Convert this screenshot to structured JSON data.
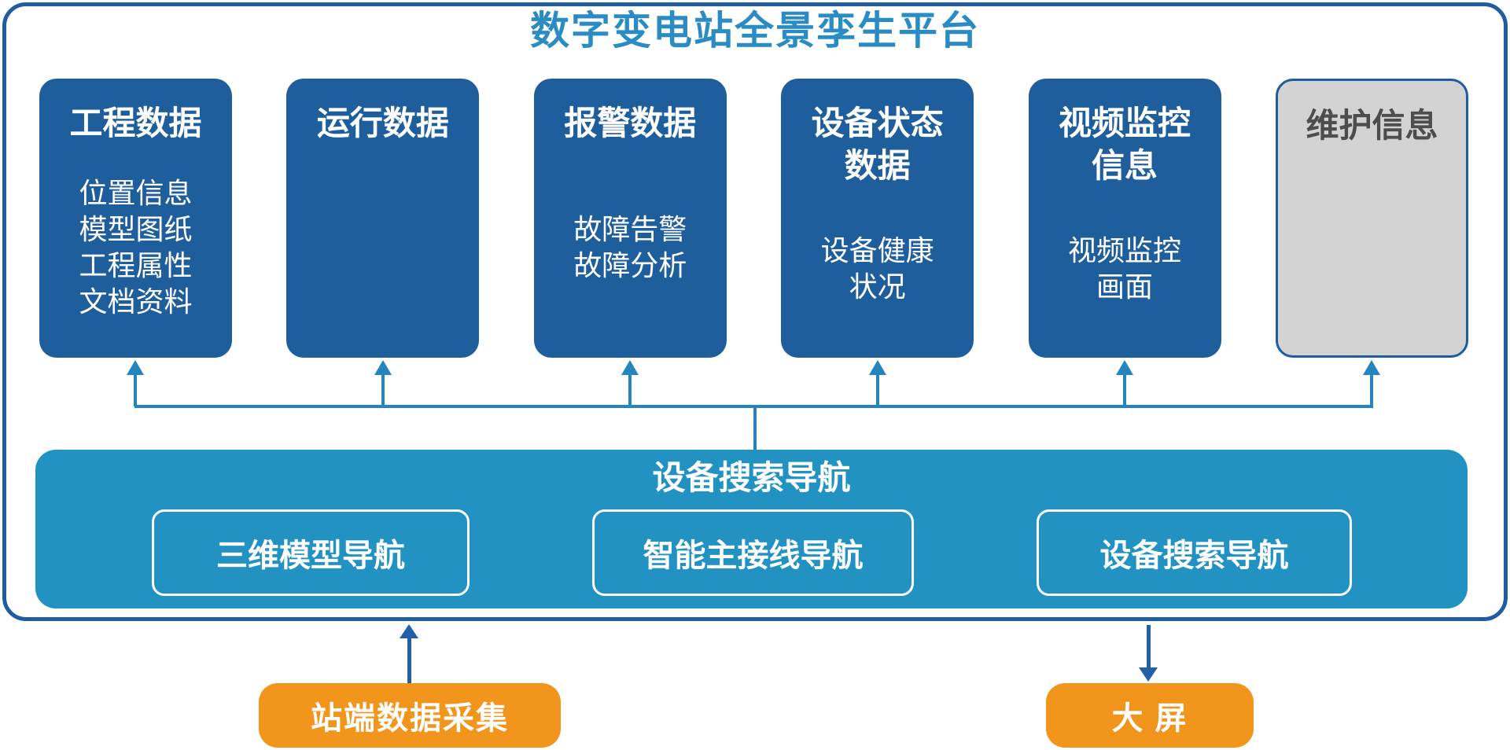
{
  "platform": {
    "title": "数字变电站全景孪生平台"
  },
  "cards": [
    {
      "title": "工程数据",
      "items": [
        "位置信息",
        "模型图纸",
        "工程属性",
        "文档资料"
      ]
    },
    {
      "title": "运行数据",
      "items": []
    },
    {
      "title": "报警数据",
      "items": [
        "故障告警",
        "故障分析"
      ]
    },
    {
      "title": "设备状态\n数据",
      "items": [
        "设备健康\n状况"
      ]
    },
    {
      "title": "视频监控\n信息",
      "items": [
        "视频监控\n画面"
      ]
    },
    {
      "title": "维护信息",
      "items": []
    }
  ],
  "nav_bar": {
    "title": "设备搜索导航",
    "buttons": [
      {
        "label": "三维模型导航"
      },
      {
        "label": "智能主接线导航"
      },
      {
        "label": "设备搜索导航"
      }
    ]
  },
  "bottom": {
    "source_box_label": "站端数据采集",
    "screen_box_label": "大 屏"
  },
  "colors": {
    "card_blue": "#1F5E9C",
    "card_gray_fill": "#D3D3D3",
    "card_gray_text": "#4D4D4D",
    "panel_border_blue": "#1D5DA0",
    "title_blue": "#2B8CC3",
    "nav_bar_teal": "#2292C3",
    "connector_teal": "#2384BE",
    "bottom_arrow_blue": "#2160A8",
    "orange": "#F2951D",
    "white": "#FFFFFF"
  }
}
